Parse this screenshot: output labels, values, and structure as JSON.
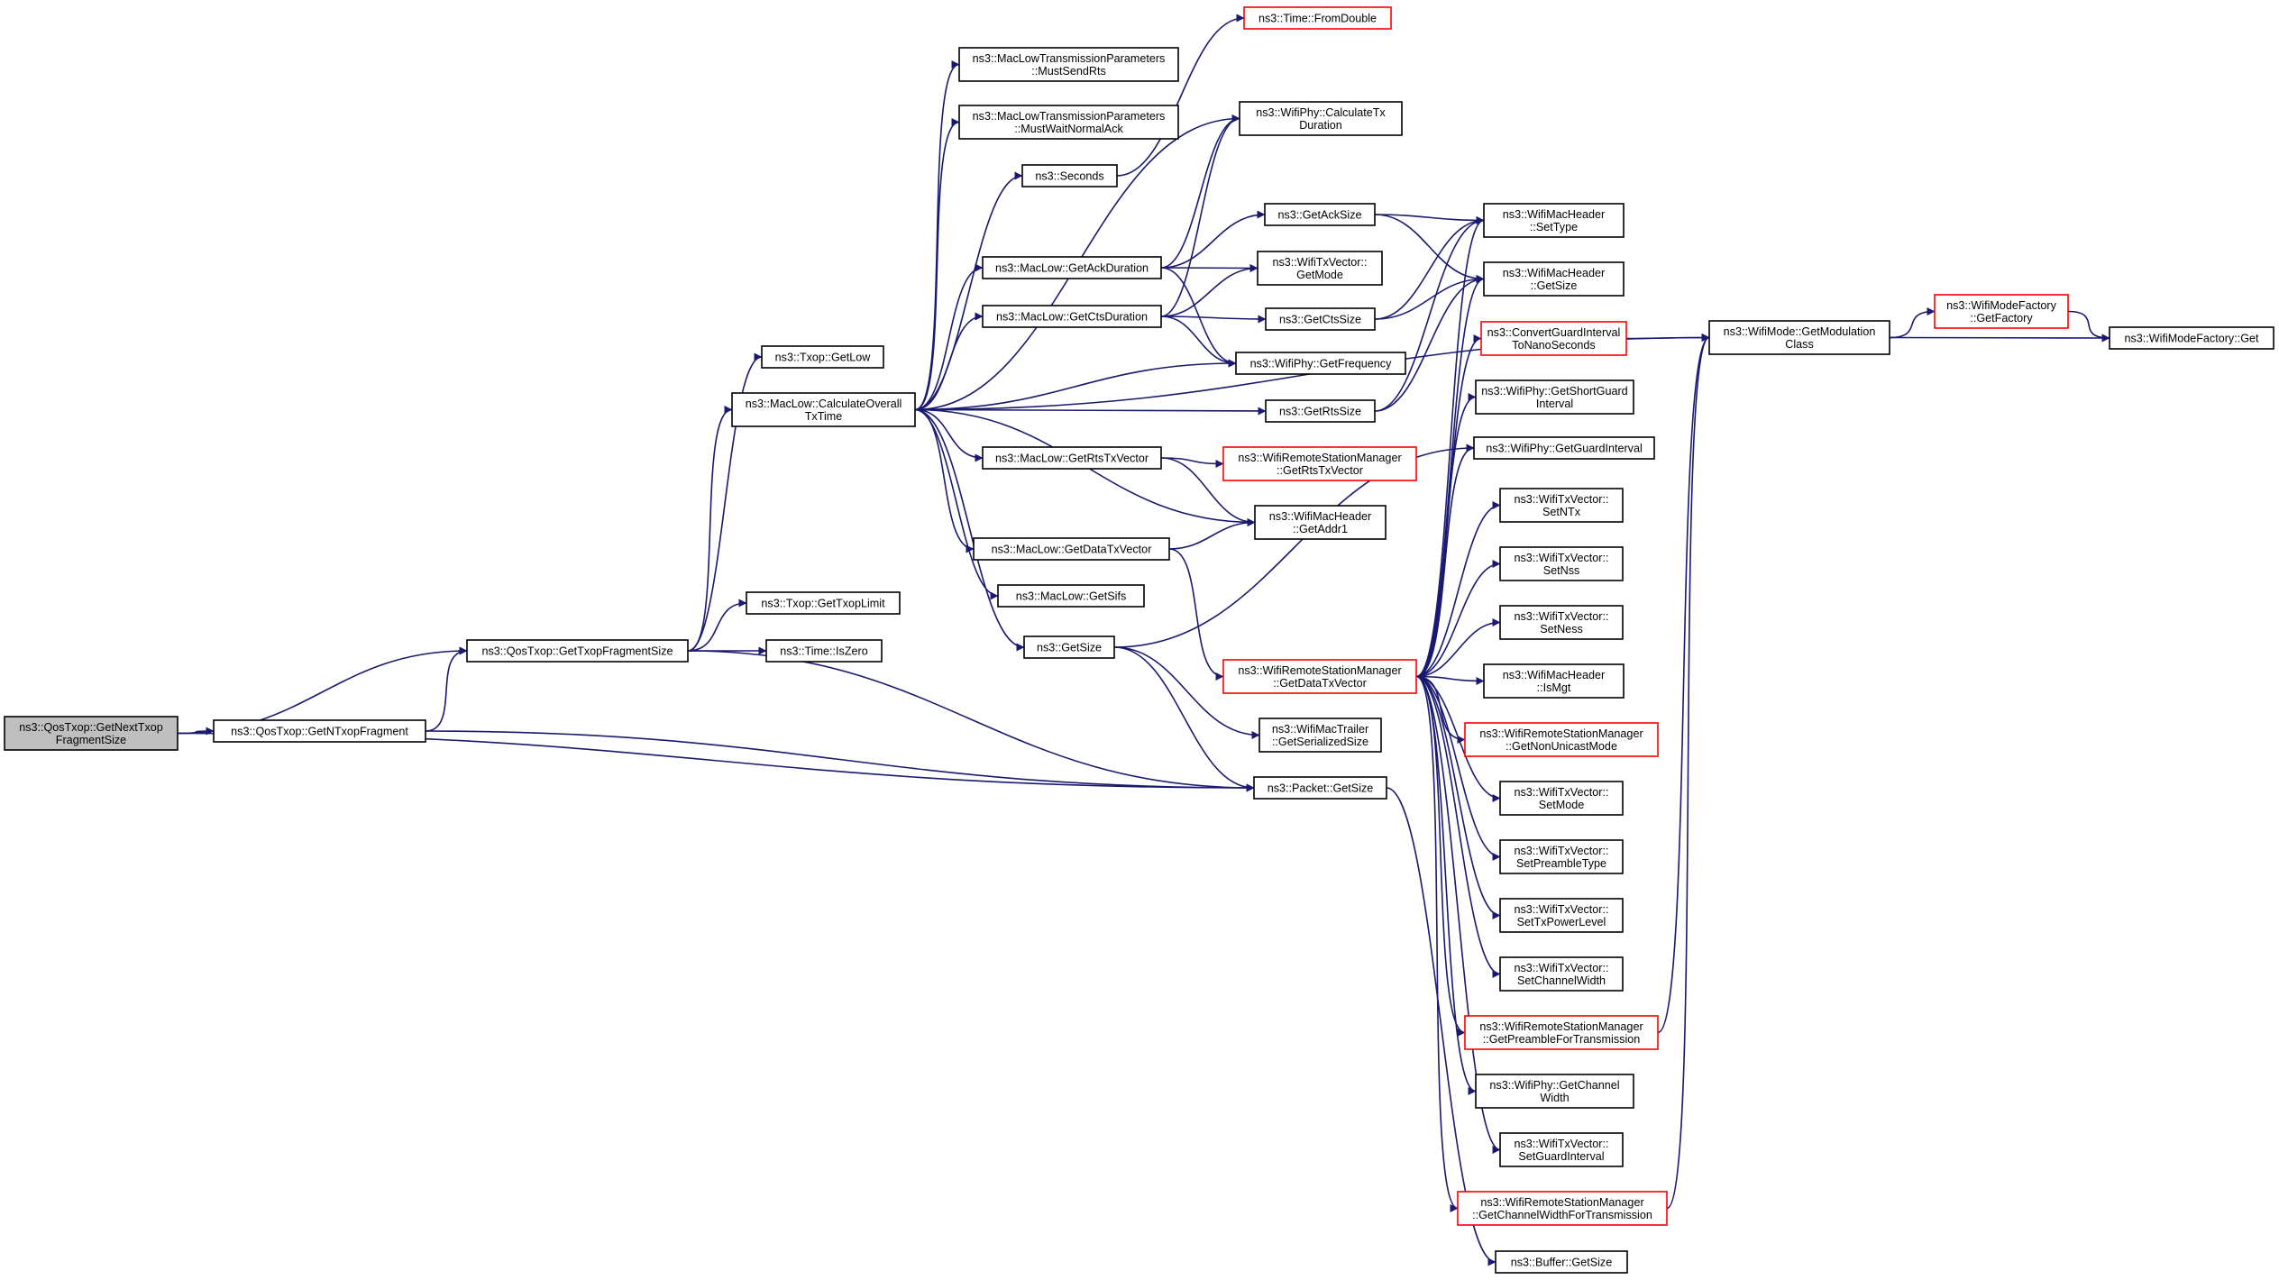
{
  "diagram_type": "call-graph",
  "nodes": [
    {
      "id": "root",
      "lines": [
        "ns3::QosTxop::GetNextTxop",
        "FragmentSize"
      ]
    },
    {
      "id": "getTxopFragSize",
      "lines": [
        "ns3::QosTxop::GetTxopFragmentSize"
      ]
    },
    {
      "id": "getNTxopFrag",
      "lines": [
        "ns3::QosTxop::GetNTxopFragment"
      ]
    },
    {
      "id": "txopGetLow",
      "lines": [
        "ns3::Txop::GetLow"
      ]
    },
    {
      "id": "calcOverall",
      "lines": [
        "ns3::MacLow::CalculateOverall",
        "TxTime"
      ]
    },
    {
      "id": "getTxopLimit",
      "lines": [
        "ns3::Txop::GetTxopLimit"
      ]
    },
    {
      "id": "timeIsZero",
      "lines": [
        "ns3::Time::IsZero"
      ]
    },
    {
      "id": "mustSendRts",
      "lines": [
        "ns3::MacLowTransmissionParameters",
        "::MustSendRts"
      ]
    },
    {
      "id": "mustWaitNormalAck",
      "lines": [
        "ns3::MacLowTransmissionParameters",
        "::MustWaitNormalAck"
      ]
    },
    {
      "id": "seconds",
      "lines": [
        "ns3::Seconds"
      ]
    },
    {
      "id": "getAckDuration",
      "lines": [
        "ns3::MacLow::GetAckDuration"
      ]
    },
    {
      "id": "getCtsDuration",
      "lines": [
        "ns3::MacLow::GetCtsDuration"
      ]
    },
    {
      "id": "getRtsTxVector",
      "lines": [
        "ns3::MacLow::GetRtsTxVector"
      ]
    },
    {
      "id": "getDataTxVector",
      "lines": [
        "ns3::MacLow::GetDataTxVector"
      ]
    },
    {
      "id": "getSifs",
      "lines": [
        "ns3::MacLow::GetSifs"
      ]
    },
    {
      "id": "getSize",
      "lines": [
        "ns3::GetSize"
      ]
    },
    {
      "id": "timeFromDouble",
      "lines": [
        "ns3::Time::FromDouble"
      ],
      "red": true
    },
    {
      "id": "calcTxDuration",
      "lines": [
        "ns3::WifiPhy::CalculateTx",
        "Duration"
      ]
    },
    {
      "id": "getAckSize",
      "lines": [
        "ns3::GetAckSize"
      ]
    },
    {
      "id": "txVecGetMode",
      "lines": [
        "ns3::WifiTxVector::",
        "GetMode"
      ]
    },
    {
      "id": "getCtsSize",
      "lines": [
        "ns3::GetCtsSize"
      ]
    },
    {
      "id": "phyGetFrequency",
      "lines": [
        "ns3::WifiPhy::GetFrequency"
      ]
    },
    {
      "id": "getRtsSize",
      "lines": [
        "ns3::GetRtsSize"
      ]
    },
    {
      "id": "rsmGetRtsTxVector",
      "lines": [
        "ns3::WifiRemoteStationManager",
        "::GetRtsTxVector"
      ],
      "red": true
    },
    {
      "id": "hdrGetAddr1",
      "lines": [
        "ns3::WifiMacHeader",
        "::GetAddr1"
      ]
    },
    {
      "id": "rsmGetDataTxVector",
      "lines": [
        "ns3::WifiRemoteStationManager",
        "::GetDataTxVector"
      ],
      "red": true
    },
    {
      "id": "trailerSerSize",
      "lines": [
        "ns3::WifiMacTrailer",
        "::GetSerializedSize"
      ]
    },
    {
      "id": "packetGetSize",
      "lines": [
        "ns3::Packet::GetSize"
      ]
    },
    {
      "id": "hdrSetType",
      "lines": [
        "ns3::WifiMacHeader",
        "::SetType"
      ]
    },
    {
      "id": "hdrGetSize",
      "lines": [
        "ns3::WifiMacHeader",
        "::GetSize"
      ]
    },
    {
      "id": "convertGI",
      "lines": [
        "ns3::ConvertGuardInterval",
        "ToNanoSeconds"
      ],
      "red": true
    },
    {
      "id": "phyShortGI",
      "lines": [
        "ns3::WifiPhy::GetShortGuard",
        "Interval"
      ]
    },
    {
      "id": "phyGuardInterval",
      "lines": [
        "ns3::WifiPhy::GetGuardInterval"
      ]
    },
    {
      "id": "setNTx",
      "lines": [
        "ns3::WifiTxVector::",
        "SetNTx"
      ]
    },
    {
      "id": "setNss",
      "lines": [
        "ns3::WifiTxVector::",
        "SetNss"
      ]
    },
    {
      "id": "setNess",
      "lines": [
        "ns3::WifiTxVector::",
        "SetNess"
      ]
    },
    {
      "id": "hdrIsMgt",
      "lines": [
        "ns3::WifiMacHeader",
        "::IsMgt"
      ]
    },
    {
      "id": "rsmNonUnicastMode",
      "lines": [
        "ns3::WifiRemoteStationManager",
        "::GetNonUnicastMode"
      ],
      "red": true
    },
    {
      "id": "setMode",
      "lines": [
        "ns3::WifiTxVector::",
        "SetMode"
      ]
    },
    {
      "id": "setPreambleType",
      "lines": [
        "ns3::WifiTxVector::",
        "SetPreambleType"
      ]
    },
    {
      "id": "setTxPowerLevel",
      "lines": [
        "ns3::WifiTxVector::",
        "SetTxPowerLevel"
      ]
    },
    {
      "id": "setChannelWidth",
      "lines": [
        "ns3::WifiTxVector::",
        "SetChannelWidth"
      ]
    },
    {
      "id": "rsmPreamble",
      "lines": [
        "ns3::WifiRemoteStationManager",
        "::GetPreambleForTransmission"
      ],
      "red": true
    },
    {
      "id": "phyChannelWidth",
      "lines": [
        "ns3::WifiPhy::GetChannel",
        "Width"
      ]
    },
    {
      "id": "setGuardInterval",
      "lines": [
        "ns3::WifiTxVector::",
        "SetGuardInterval"
      ]
    },
    {
      "id": "rsmChannelWidth",
      "lines": [
        "ns3::WifiRemoteStationManager",
        "::GetChannelWidthForTransmission"
      ],
      "red": true
    },
    {
      "id": "bufferGetSize",
      "lines": [
        "ns3::Buffer::GetSize"
      ]
    },
    {
      "id": "modeGetModClass",
      "lines": [
        "ns3::WifiMode::GetModulation",
        "Class"
      ]
    },
    {
      "id": "modeFactoryGetFactory",
      "lines": [
        "ns3::WifiModeFactory",
        "::GetFactory"
      ],
      "red": true
    },
    {
      "id": "modeFactoryGet",
      "lines": [
        "ns3::WifiModeFactory::Get"
      ]
    }
  ],
  "edges": [
    [
      "root",
      "getTxopFragSize"
    ],
    [
      "root",
      "getNTxopFrag"
    ],
    [
      "root",
      "packetGetSize"
    ],
    [
      "getNTxopFrag",
      "getTxopFragSize"
    ],
    [
      "getNTxopFrag",
      "packetGetSize"
    ],
    [
      "getTxopFragSize",
      "txopGetLow"
    ],
    [
      "getTxopFragSize",
      "calcOverall"
    ],
    [
      "getTxopFragSize",
      "getTxopLimit"
    ],
    [
      "getTxopFragSize",
      "timeIsZero"
    ],
    [
      "getTxopFragSize",
      "packetGetSize"
    ],
    [
      "calcOverall",
      "mustSendRts"
    ],
    [
      "calcOverall",
      "mustWaitNormalAck"
    ],
    [
      "calcOverall",
      "seconds"
    ],
    [
      "calcOverall",
      "getAckDuration"
    ],
    [
      "calcOverall",
      "getCtsDuration"
    ],
    [
      "calcOverall",
      "calcTxDuration"
    ],
    [
      "calcOverall",
      "modeGetModClass"
    ],
    [
      "calcOverall",
      "phyGetFrequency"
    ],
    [
      "calcOverall",
      "getRtsSize"
    ],
    [
      "calcOverall",
      "getRtsTxVector"
    ],
    [
      "calcOverall",
      "hdrGetAddr1"
    ],
    [
      "calcOverall",
      "getDataTxVector"
    ],
    [
      "calcOverall",
      "getSifs"
    ],
    [
      "calcOverall",
      "getSize"
    ],
    [
      "seconds",
      "timeFromDouble"
    ],
    [
      "getAckDuration",
      "calcTxDuration"
    ],
    [
      "getAckDuration",
      "getAckSize"
    ],
    [
      "getAckDuration",
      "txVecGetMode"
    ],
    [
      "getAckDuration",
      "phyGetFrequency"
    ],
    [
      "getCtsDuration",
      "calcTxDuration"
    ],
    [
      "getCtsDuration",
      "txVecGetMode"
    ],
    [
      "getCtsDuration",
      "getCtsSize"
    ],
    [
      "getCtsDuration",
      "phyGetFrequency"
    ],
    [
      "getRtsTxVector",
      "rsmGetRtsTxVector"
    ],
    [
      "getRtsTxVector",
      "hdrGetAddr1"
    ],
    [
      "getDataTxVector",
      "hdrGetAddr1"
    ],
    [
      "getDataTxVector",
      "rsmGetDataTxVector"
    ],
    [
      "getSize",
      "phyGuardInterval"
    ],
    [
      "getSize",
      "trailerSerSize"
    ],
    [
      "getSize",
      "packetGetSize"
    ],
    [
      "getAckSize",
      "hdrSetType"
    ],
    [
      "getAckSize",
      "hdrGetSize"
    ],
    [
      "getCtsSize",
      "hdrSetType"
    ],
    [
      "getCtsSize",
      "hdrGetSize"
    ],
    [
      "getRtsSize",
      "hdrSetType"
    ],
    [
      "getRtsSize",
      "hdrGetSize"
    ],
    [
      "rsmGetDataTxVector",
      "hdrSetType"
    ],
    [
      "rsmGetDataTxVector",
      "hdrGetSize"
    ],
    [
      "rsmGetDataTxVector",
      "convertGI"
    ],
    [
      "rsmGetDataTxVector",
      "phyShortGI"
    ],
    [
      "rsmGetDataTxVector",
      "phyGuardInterval"
    ],
    [
      "rsmGetDataTxVector",
      "setNTx"
    ],
    [
      "rsmGetDataTxVector",
      "setNss"
    ],
    [
      "rsmGetDataTxVector",
      "setNess"
    ],
    [
      "rsmGetDataTxVector",
      "hdrIsMgt"
    ],
    [
      "rsmGetDataTxVector",
      "rsmNonUnicastMode"
    ],
    [
      "rsmGetDataTxVector",
      "setMode"
    ],
    [
      "rsmGetDataTxVector",
      "setPreambleType"
    ],
    [
      "rsmGetDataTxVector",
      "setTxPowerLevel"
    ],
    [
      "rsmGetDataTxVector",
      "setChannelWidth"
    ],
    [
      "rsmGetDataTxVector",
      "rsmPreamble"
    ],
    [
      "rsmGetDataTxVector",
      "phyChannelWidth"
    ],
    [
      "rsmGetDataTxVector",
      "setGuardInterval"
    ],
    [
      "rsmGetDataTxVector",
      "rsmChannelWidth"
    ],
    [
      "convertGI",
      "modeGetModClass"
    ],
    [
      "rsmPreamble",
      "modeGetModClass"
    ],
    [
      "rsmChannelWidth",
      "modeGetModClass"
    ],
    [
      "packetGetSize",
      "bufferGetSize"
    ],
    [
      "modeGetModClass",
      "modeFactoryGetFactory"
    ],
    [
      "modeGetModClass",
      "modeFactoryGet"
    ],
    [
      "modeFactoryGetFactory",
      "modeFactoryGet"
    ]
  ],
  "colors": {
    "edge": "#191970",
    "node_border": "#000000",
    "highlight_border": "#ff0000",
    "root_fill": "#bfbfbf"
  }
}
